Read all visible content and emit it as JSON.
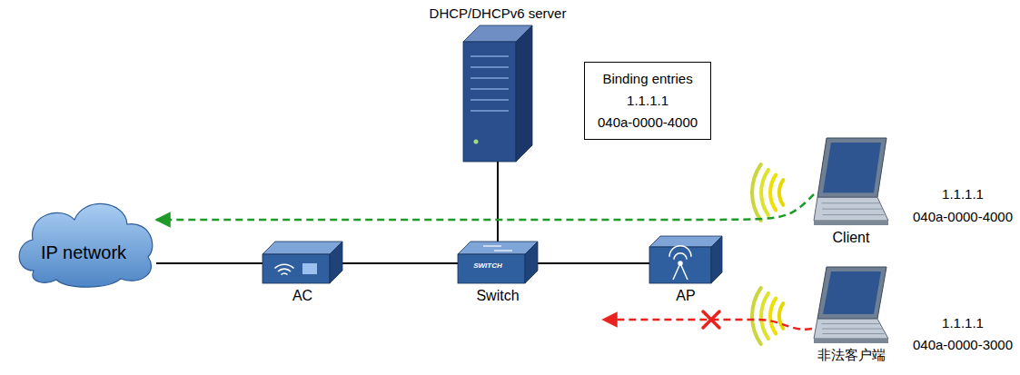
{
  "diagram": {
    "nodes": [
      {
        "text": [
          "IP network"
        ]
      },
      {
        "text": [
          "AC"
        ]
      },
      {
        "text": [
          "Switch"
        ]
      },
      {
        "text": [
          "AP"
        ]
      },
      {
        "text": [
          "DHCP/DHCPv6 server"
        ]
      },
      {
        "text": [
          "Binding entries",
          "1.1.1.1",
          "040a-0000-4000"
        ]
      },
      {
        "text": [
          "Client"
        ]
      },
      {
        "text": [
          "非法客户端"
        ]
      }
    ],
    "edges": [
      {
        "from": 0,
        "to": 1,
        "arrow": "none"
      },
      {
        "from": 1,
        "to": 2,
        "arrow": "none"
      },
      {
        "from": 2,
        "to": 3,
        "arrow": "none"
      },
      {
        "from": 4,
        "to": 2,
        "arrow": "none"
      },
      {
        "from": 6,
        "to": 0,
        "arrow": "to"
      }
    ],
    "labels": [
      "SWITCH",
      "1.1.1.1",
      "040a-0000-4000",
      "1.1.1.1",
      "040a-0000-3000"
    ]
  }
}
